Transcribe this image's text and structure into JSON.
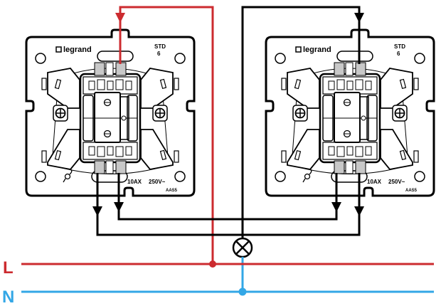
{
  "diagram": {
    "title": "Two-way switch wiring diagram",
    "colors": {
      "live": "#cc2b2f",
      "neutral": "#33a7e6",
      "switched": "#000000",
      "frame_fill": "#ffffff",
      "terminal_fill": "#c8c8c8"
    },
    "lines": {
      "live_label": "L",
      "neutral_label": "N"
    },
    "switches": [
      {
        "id": "switch-left",
        "brand": "legrand",
        "std_label": "STD",
        "std_number": "6",
        "rating": "10AX",
        "voltage": "250V~",
        "code": "AAS5"
      },
      {
        "id": "switch-right",
        "brand": "legrand",
        "std_label": "STD",
        "std_number": "6",
        "rating": "10AX",
        "voltage": "250V~",
        "code": "AAS5"
      }
    ],
    "lamp": {
      "symbol": "lamp"
    }
  }
}
